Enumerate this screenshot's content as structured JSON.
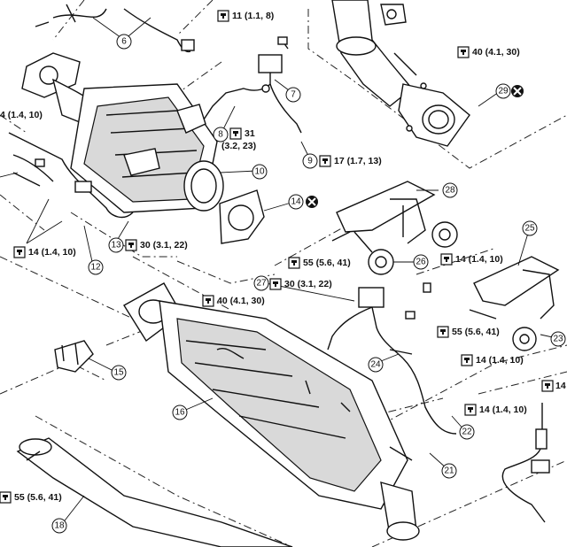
{
  "callouts": [
    {
      "id": "c6",
      "label": "6"
    },
    {
      "id": "c7",
      "label": "7"
    },
    {
      "id": "c8",
      "label": "8"
    },
    {
      "id": "c9",
      "label": "9"
    },
    {
      "id": "c10",
      "label": "10"
    },
    {
      "id": "c12",
      "label": "12"
    },
    {
      "id": "c13",
      "label": "13"
    },
    {
      "id": "c14",
      "label": "14"
    },
    {
      "id": "c15",
      "label": "15"
    },
    {
      "id": "c16",
      "label": "16"
    },
    {
      "id": "c18",
      "label": "18"
    },
    {
      "id": "c21",
      "label": "21"
    },
    {
      "id": "c22",
      "label": "22"
    },
    {
      "id": "c23",
      "label": "23"
    },
    {
      "id": "c24",
      "label": "24"
    },
    {
      "id": "c25",
      "label": "25"
    },
    {
      "id": "c26",
      "label": "26"
    },
    {
      "id": "c27",
      "label": "27"
    },
    {
      "id": "c28",
      "label": "28"
    },
    {
      "id": "c29",
      "label": "29"
    }
  ],
  "torques": [
    {
      "id": "t11",
      "text": "11 (1.1, 8)"
    },
    {
      "id": "t40a",
      "text": "40 (4.1, 30)"
    },
    {
      "id": "t4",
      "text": "4 (1.4, 10)"
    },
    {
      "id": "t31",
      "text": "31"
    },
    {
      "id": "t31b",
      "text": "(3.2, 23)"
    },
    {
      "id": "t17",
      "text": "17 (1.7, 13)"
    },
    {
      "id": "t14a",
      "text": "14 (1.4, 10)"
    },
    {
      "id": "t30a",
      "text": "30 (3.1, 22)"
    },
    {
      "id": "t55a",
      "text": "55 (5.6, 41)"
    },
    {
      "id": "t14b",
      "text": "14 (1.4, 10)"
    },
    {
      "id": "t30b",
      "text": "30 (3.1, 22)"
    },
    {
      "id": "t40b",
      "text": "40 (4.1, 30)"
    },
    {
      "id": "t55b",
      "text": "55 (5.6, 41)"
    },
    {
      "id": "t14c",
      "text": "14 (1.4, 10)"
    },
    {
      "id": "t14d",
      "text": "14 (1.4, 10)"
    },
    {
      "id": "t14e",
      "text": "14"
    },
    {
      "id": "t55c",
      "text": "55 (5.6, 41)"
    }
  ],
  "symbols": {
    "torque_icon": "torque-wrench-icon",
    "no_reuse_icon": "do-not-reuse-icon"
  },
  "colors": {
    "line": "#111111",
    "background": "#ffffff"
  }
}
